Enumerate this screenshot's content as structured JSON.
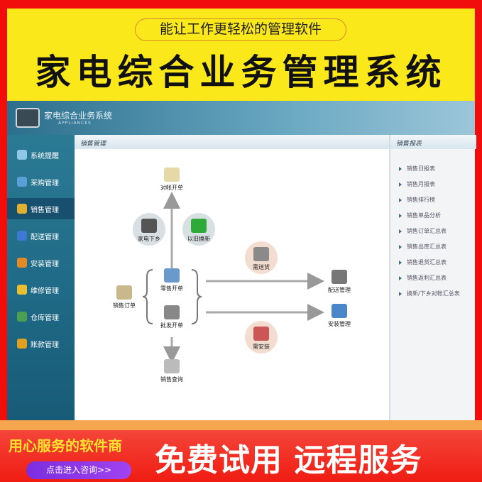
{
  "banner": {
    "tagline": "能让工作更轻松的管理软件",
    "title": "家电综合业务管理系统"
  },
  "app": {
    "title": "家电综合业务系统",
    "subtitle": "APPLIANCES",
    "nav": [
      {
        "label": "系统提醒",
        "color": "#8fc7e8"
      },
      {
        "label": "采购管理",
        "color": "#5aa0d8"
      },
      {
        "label": "销售管理",
        "color": "#e0b030"
      },
      {
        "label": "配送管理",
        "color": "#3f78d0"
      },
      {
        "label": "安装管理",
        "color": "#e08a2a"
      },
      {
        "label": "维修管理",
        "color": "#e8c030"
      },
      {
        "label": "仓库管理",
        "color": "#4aa050"
      },
      {
        "label": "账款管理",
        "color": "#e0a020"
      }
    ],
    "active_nav": 2,
    "main_title": "销售管理",
    "side_title": "销售报表",
    "reports": [
      "销售日报表",
      "销售月报表",
      "销售排行榜",
      "销售单品分析",
      "销售订单汇总表",
      "销售出库汇总表",
      "销售退货汇总表",
      "销售返利汇总表",
      "换新/下乡对帐汇总表"
    ],
    "diagram": {
      "duizhang": "对帐开单",
      "jiadian": "家电下乡",
      "yijiu": "以旧换新",
      "lingshou": "零售开单",
      "pifa": "批发开单",
      "dingdan": "销售订单",
      "chaxun": "销售查询",
      "xusonghuo": "需送货",
      "xuanzhuang": "需安装",
      "peisong": "配送管理",
      "anzhuang": "安装管理"
    }
  },
  "footer": {
    "slogan": "用心服务的软件商",
    "cta": "点击进入咨询>>",
    "headline": "免费试用 远程服务"
  }
}
